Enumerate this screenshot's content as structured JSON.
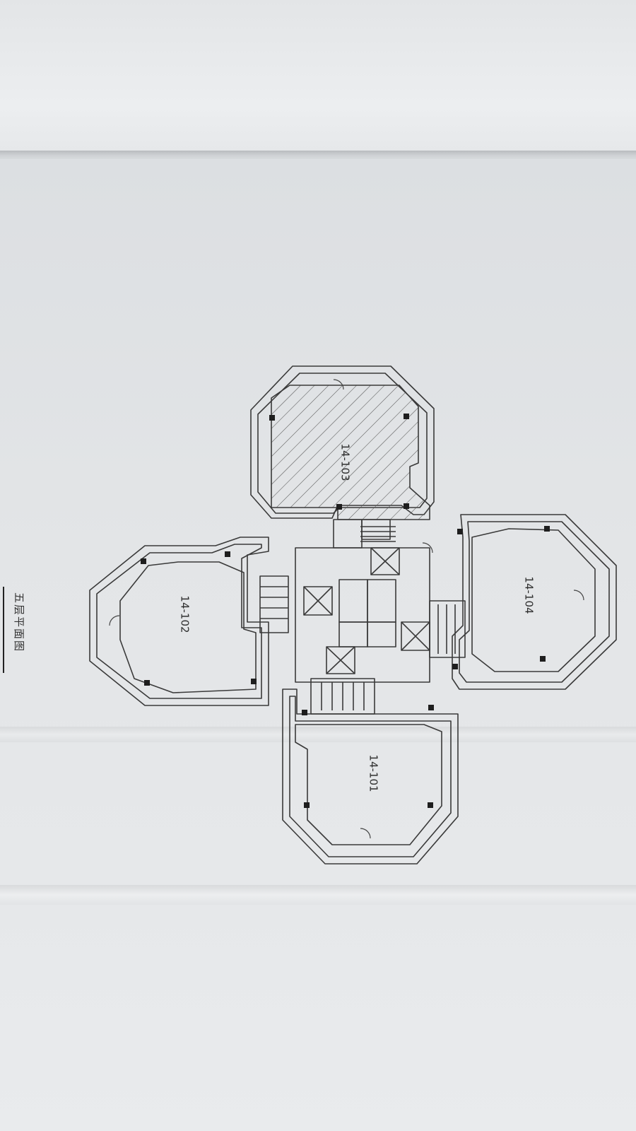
{
  "drawing": {
    "title": "五层平面图",
    "units": [
      {
        "id": "u103",
        "label": "14-103",
        "highlighted": true
      },
      {
        "id": "u104",
        "label": "14-104",
        "highlighted": false
      },
      {
        "id": "u102",
        "label": "14-102",
        "highlighted": false
      },
      {
        "id": "u101",
        "label": "14-101",
        "highlighted": false
      }
    ],
    "colors": {
      "line": "#3a3a3a",
      "hatch": "#555555",
      "paper": "#e3e5e7"
    }
  }
}
